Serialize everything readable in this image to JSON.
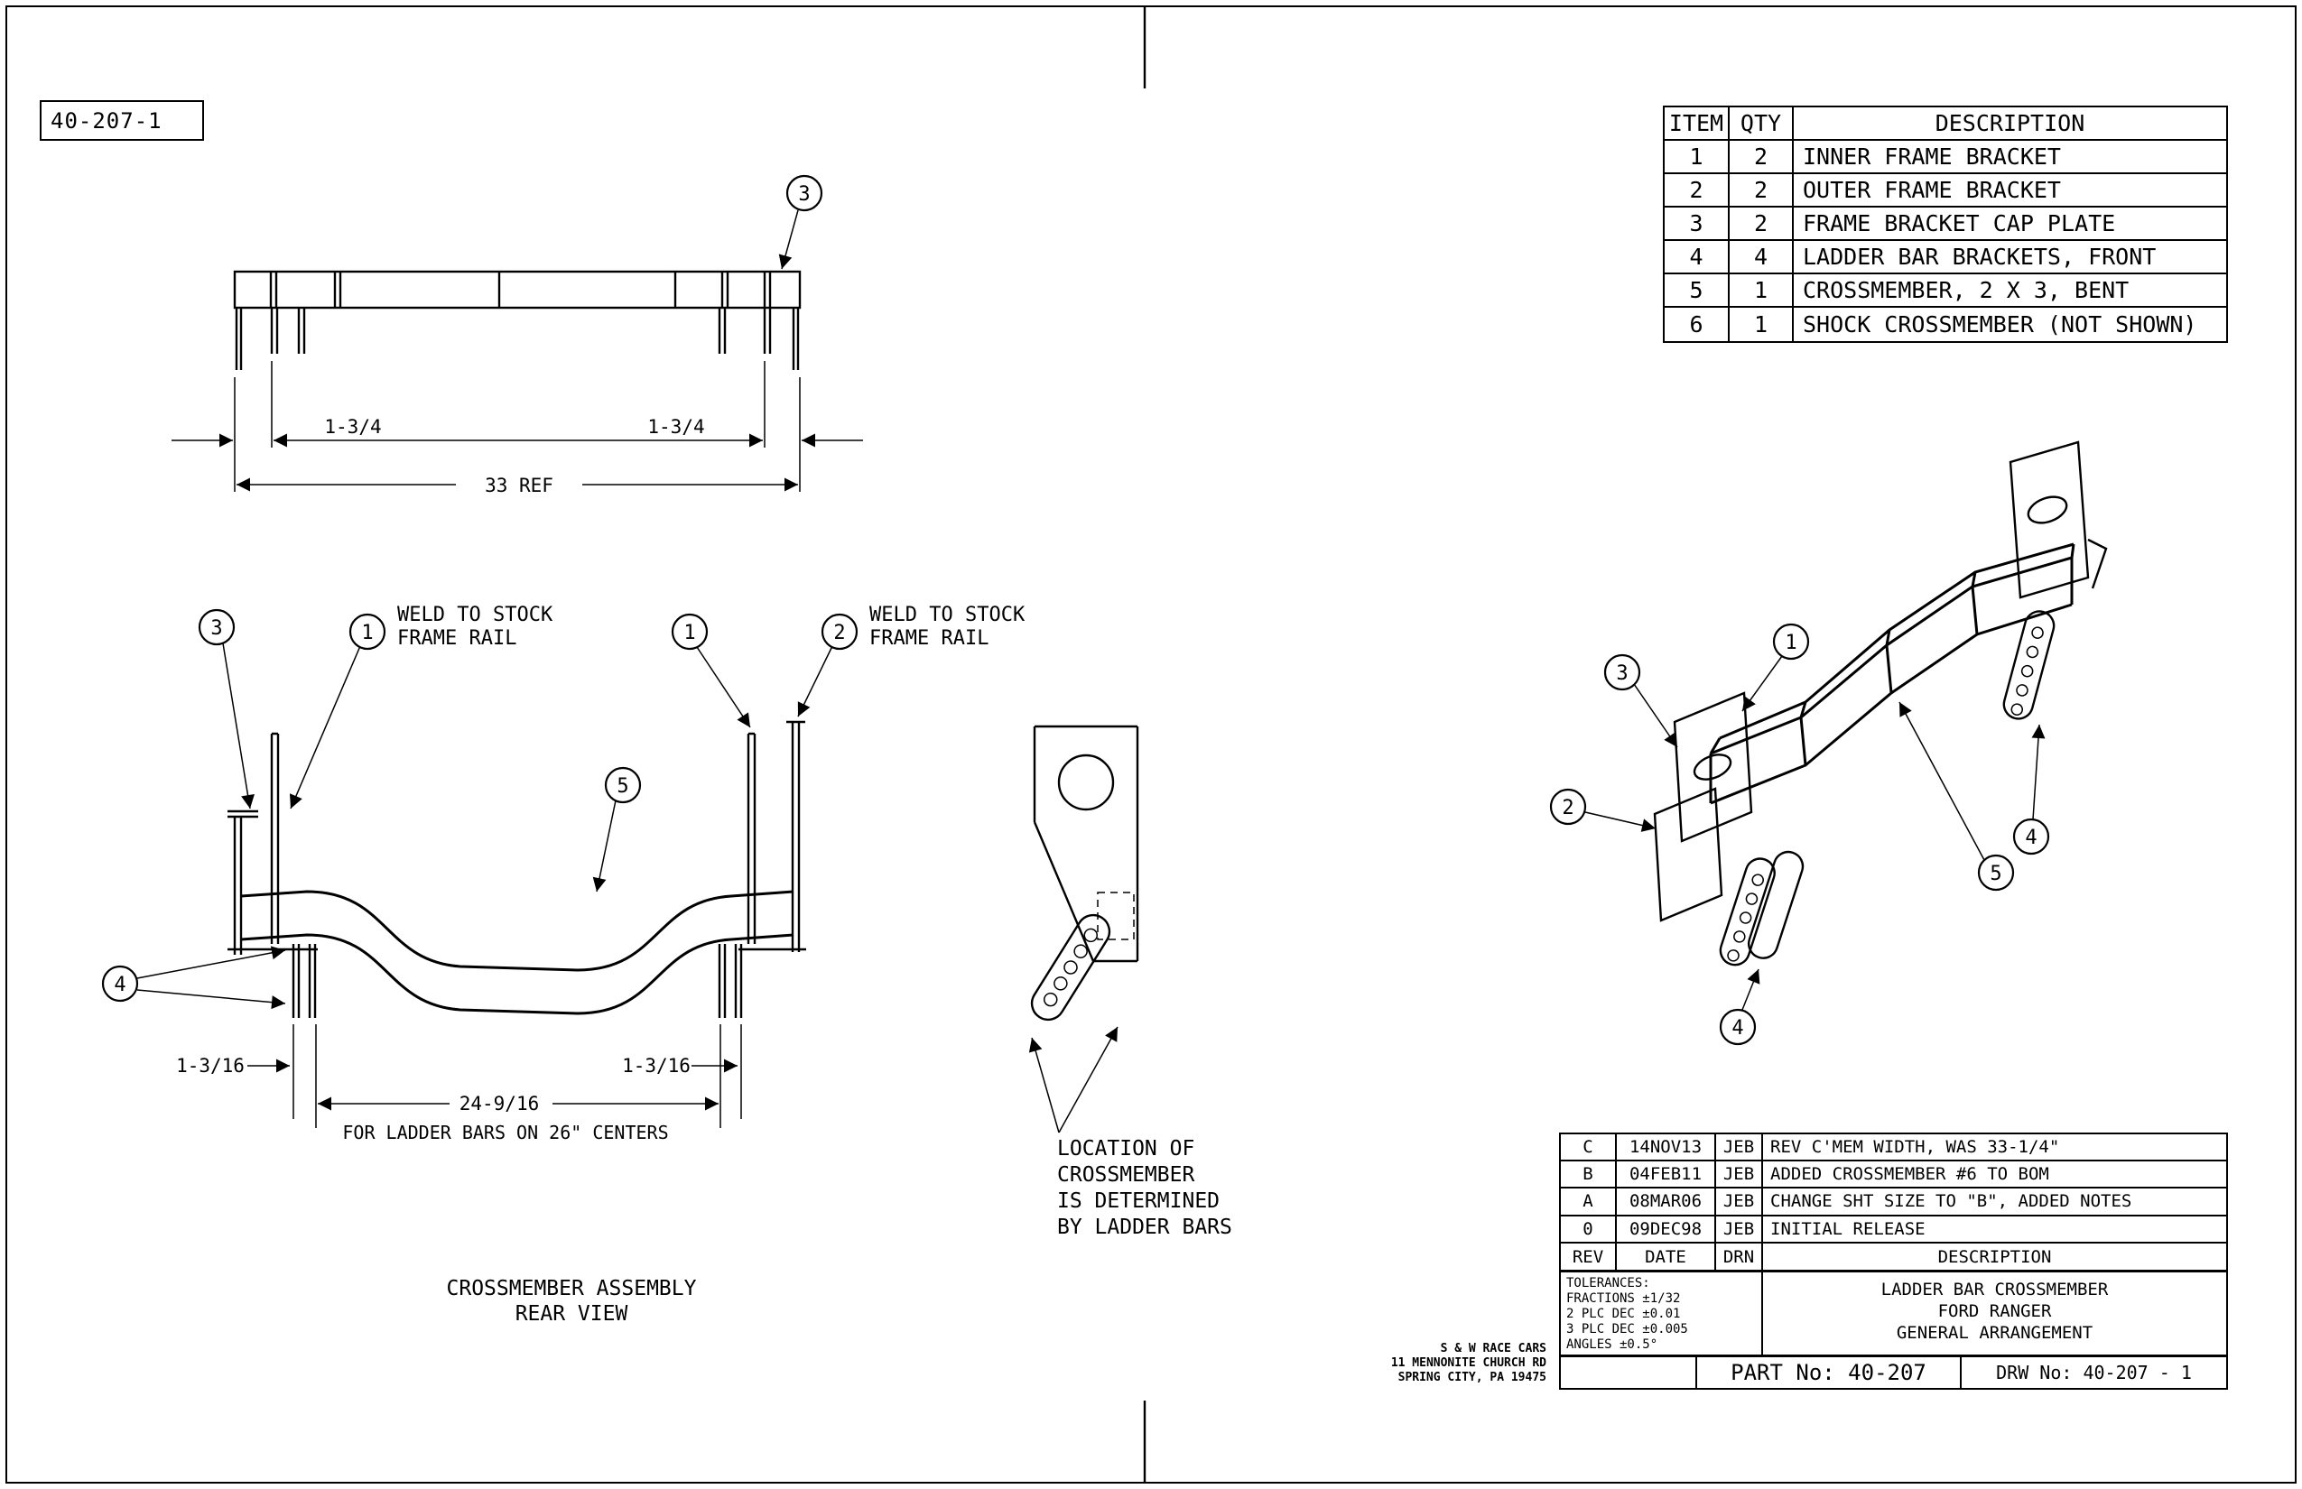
{
  "doc_number": "40-207-1",
  "bom": {
    "headers": {
      "item": "ITEM",
      "qty": "QTY",
      "desc": "DESCRIPTION"
    },
    "rows": [
      {
        "item": "1",
        "qty": "2",
        "desc": "INNER FRAME BRACKET"
      },
      {
        "item": "2",
        "qty": "2",
        "desc": "OUTER FRAME BRACKET"
      },
      {
        "item": "3",
        "qty": "2",
        "desc": "FRAME BRACKET CAP PLATE"
      },
      {
        "item": "4",
        "qty": "4",
        "desc": "LADDER BAR BRACKETS, FRONT"
      },
      {
        "item": "5",
        "qty": "1",
        "desc": "CROSSMEMBER, 2 X 3, BENT"
      },
      {
        "item": "6",
        "qty": "1",
        "desc": "SHOCK CROSSMEMBER (NOT SHOWN)"
      }
    ]
  },
  "top_view": {
    "balloon": "3",
    "dim_left": "1-3/4",
    "dim_right": "1-3/4",
    "dim_overall": "33 REF"
  },
  "rear_view": {
    "balloon_cap": "3",
    "balloon_inner_left": "1",
    "balloon_inner_right": "1",
    "balloon_outer": "2",
    "balloon_tube": "5",
    "balloon_ladder": "4",
    "weld_note_line1": "WELD TO STOCK",
    "weld_note_line2": "FRAME RAIL",
    "dim_left": "1-3/16",
    "dim_right": "1-3/16",
    "dim_center": "24-9/16",
    "dim_note": "FOR LADDER BARS ON 26\" CENTERS",
    "caption_line1": "CROSSMEMBER ASSEMBLY",
    "caption_line2": "REAR VIEW"
  },
  "detail_view": {
    "note_line1": "LOCATION OF",
    "note_line2": "CROSSMEMBER",
    "note_line3": "IS DETERMINED",
    "note_line4": "BY LADDER BARS"
  },
  "iso_view": {
    "balloon_1": "1",
    "balloon_2": "2",
    "balloon_3": "3",
    "balloon_4_right": "4",
    "balloon_4_bottom": "4",
    "balloon_5": "5"
  },
  "revisions": {
    "headers": {
      "rev": "REV",
      "date": "DATE",
      "drn": "DRN",
      "desc": "DESCRIPTION"
    },
    "rows": [
      {
        "rev": "C",
        "date": "14NOV13",
        "drn": "JEB",
        "desc": "REV C'MEM WIDTH, WAS 33-1/4\""
      },
      {
        "rev": "B",
        "date": "04FEB11",
        "drn": "JEB",
        "desc": "ADDED CROSSMEMBER #6 TO BOM"
      },
      {
        "rev": "A",
        "date": "08MAR06",
        "drn": "JEB",
        "desc": "CHANGE SHT SIZE TO \"B\", ADDED NOTES"
      },
      {
        "rev": "0",
        "date": "09DEC98",
        "drn": "JEB",
        "desc": "INITIAL RELEASE"
      }
    ]
  },
  "title_block": {
    "tol_line1": "TOLERANCES:",
    "tol_line2": "FRACTIONS ±1/32",
    "tol_line3": "2 PLC DEC ±0.01",
    "tol_line4": "3 PLC DEC ±0.005",
    "tol_line5": "ANGLES ±0.5°",
    "title_line1": "LADDER BAR CROSSMEMBER",
    "title_line2": "FORD RANGER",
    "title_line3": "GENERAL ARRANGEMENT",
    "company_line1": "S & W RACE CARS",
    "company_line2": "11 MENNONITE CHURCH RD",
    "company_line3": "SPRING CITY, PA 19475",
    "part_no": "PART No: 40-207",
    "drw_no": "DRW No: 40-207 - 1"
  }
}
